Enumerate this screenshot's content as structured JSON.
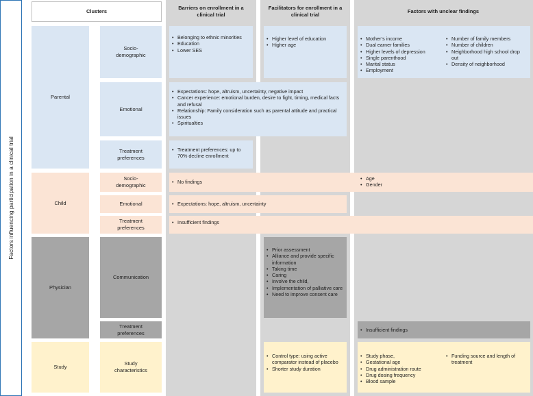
{
  "side_label": "Factors influencing participation in a clinical trial",
  "headers": {
    "clusters": "Clusters",
    "barriers": "Barriers on enrollment in a clinical trial",
    "facilitators": "Facilitators for enrollment in a clinical trial",
    "unclear": "Factors with unclear findings"
  },
  "groups": {
    "parental": "Parental",
    "child": "Child",
    "physician": "Physician",
    "study": "Study"
  },
  "subs": {
    "par_socio": "Socio-demographic",
    "par_emotional": "Emotional",
    "par_treatment": "Treatment preferences",
    "child_socio": "Socio-demographic",
    "child_emotional": "Emotional",
    "child_treatment": "Treatment preferences",
    "phys_comm": "Communication",
    "phys_treatment": "Treatment preferences",
    "study_char": "Study characteristics"
  },
  "barriers": {
    "par_socio": [
      "Belonging to ethnic minorities",
      "Education",
      "Lower SES"
    ],
    "par_emotional": [
      "Expectations: hope, altruism, uncertainty, negative impact",
      "Cancer experience: emotional burden, desire to fight, timing, medical facts and refusal",
      "Relationship: Family consideration such as parental attitude and practical issues",
      "Spiritualties"
    ],
    "par_treatment": [
      "Treatment preferences: up to 70% decline enrollment"
    ],
    "child_socio": [
      "No findings"
    ],
    "child_emotional": [
      "Expectations: hope, altruism, uncertainty"
    ],
    "child_treatment": [
      "Insufficient findings"
    ]
  },
  "facilitators": {
    "par_socio": [
      "Higher level of education",
      "Higher age"
    ],
    "phys_comm": [
      "Prior assessment",
      "Alliance and provide specific information",
      "Taking time",
      "Caring",
      "Involve the child,",
      "Implementation of palliative care",
      "Need to improve consent care"
    ],
    "study_char": [
      "Control type: using active comparator instead of placebo",
      "Shorter study duration"
    ]
  },
  "unclear": {
    "par_socio_left": [
      "Mother’s income",
      "Dual earner families",
      "Higher levels of depression",
      "Single parenthood",
      "Marital status",
      "Employment"
    ],
    "par_socio_right": [
      "Number of family members",
      "Number of children",
      "Neighborhood high school drop out",
      "Density of neighborhood"
    ],
    "child_socio": [
      "Age",
      "Gender"
    ],
    "phys_treatment": [
      "Insufficient findings"
    ],
    "study_left": [
      "Study phase,",
      "Gestational age",
      "Drug administration route",
      "Drug dosing frequency",
      "Blood sample"
    ],
    "study_right": [
      "Funding source and length of treatment"
    ]
  }
}
